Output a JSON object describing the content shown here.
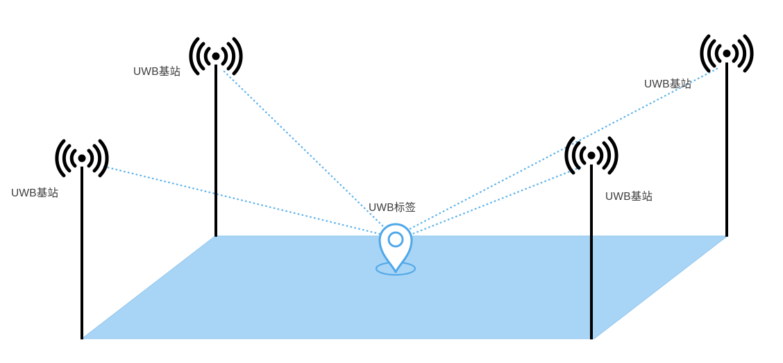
{
  "diagram": {
    "anchors": [
      {
        "position": "top-left",
        "label": "UWB基站"
      },
      {
        "position": "top-right",
        "label": "UWB基站"
      },
      {
        "position": "left",
        "label": "UWB基站"
      },
      {
        "position": "bottom-right",
        "label": "UWB基站"
      }
    ],
    "tag": {
      "label": "UWB标签"
    },
    "links": {
      "style": "dotted",
      "count": 4
    },
    "colors": {
      "floor_fill": "#A8D4F5",
      "floor_stroke": "#95C8EF",
      "link_dots": "#5FB4EC",
      "antenna": "#000000",
      "pin_stroke": "#4FA8E8",
      "label_text": "#3C3C3C"
    }
  }
}
